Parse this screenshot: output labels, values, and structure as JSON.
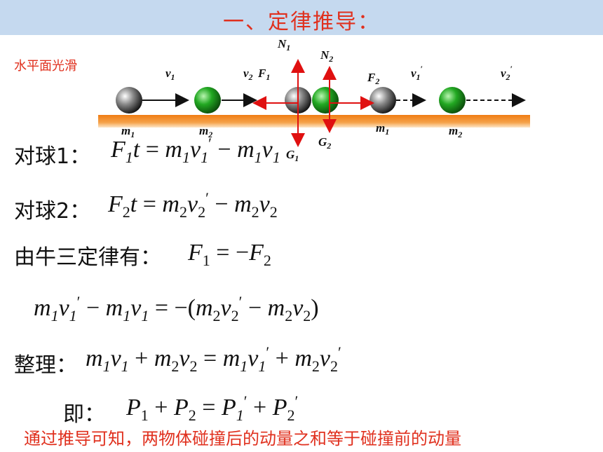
{
  "slide": {
    "title": "一、定律推导：",
    "scene_label": "水平面光滑",
    "conclusion": "通过推导可知，两物体碰撞后的动量之和等于碰撞前的动量"
  },
  "diagram": {
    "labels": {
      "v1": "v",
      "v1_sub": "1",
      "v2": "v",
      "v2_sub": "2",
      "F1": "F",
      "F1_sub": "1",
      "N1": "N",
      "N1_sub": "1",
      "N2": "N",
      "N2_sub": "2",
      "F2": "F",
      "F2_sub": "2",
      "v1p": "v",
      "v1p_sub": "1",
      "v1p_prime": "′",
      "v2p": "v",
      "v2p_sub": "2",
      "v2p_prime": "′",
      "m1a": "m",
      "m1a_sub": "1",
      "m2a": "m",
      "m2a_sub": "2",
      "G1": "G",
      "G1_sub": "1",
      "G2": "G",
      "G2_sub": "2",
      "m1b": "m",
      "m1b_sub": "1",
      "m2b": "m",
      "m2b_sub": "2"
    },
    "colors": {
      "ball1": "#555555",
      "ball2": "#1a9a1a",
      "surface": "#f07c12",
      "force": "#e01010",
      "title": "#e0301e"
    }
  },
  "rows": {
    "ball1_label": "对球1：",
    "ball2_label": "对球2：",
    "newton_label": "由牛三定律有：",
    "tidy_label": "整理：",
    "ie_label": "即："
  }
}
